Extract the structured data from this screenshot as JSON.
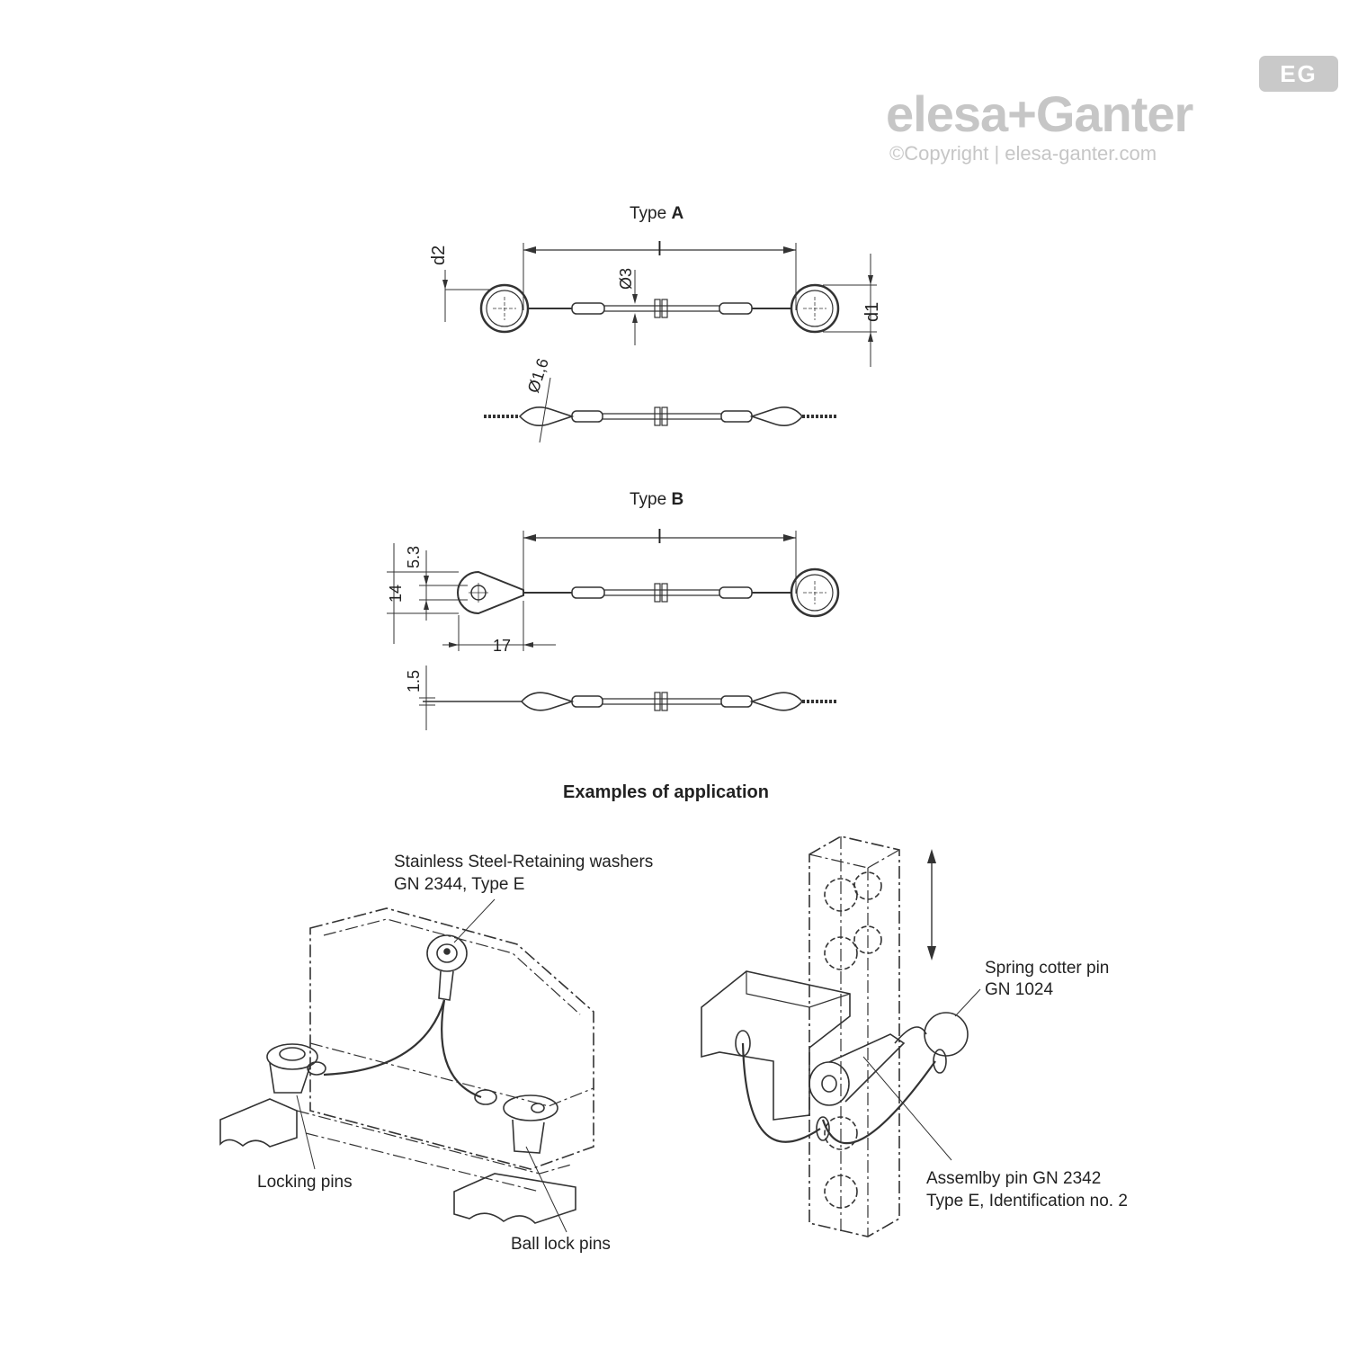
{
  "logo": {
    "brand_name": "elesa+Ganter",
    "copyright": "©Copyright | elesa-ganter.com",
    "badge": "EG"
  },
  "type_a": {
    "title_prefix": "Type ",
    "title_letter": "A",
    "dim_l": "l",
    "dim_d1": "d1",
    "dim_d2": "d2",
    "dim_dia3": "Ø3",
    "dim_dia16": "Ø1,6"
  },
  "type_b": {
    "title_prefix": "Type ",
    "title_letter": "B",
    "dim_l": "l",
    "dim_53": "5.3",
    "dim_14": "14",
    "dim_17": "17",
    "dim_15": "1.5"
  },
  "examples": {
    "heading": "Examples of application",
    "washers_line1": "Stainless Steel-Retaining washers",
    "washers_line2": "GN 2344, Type E",
    "locking_pins": "Locking pins",
    "ball_lock_pins": "Ball lock pins",
    "cotter_line1": "Spring cotter pin",
    "cotter_line2": "GN 1024",
    "assembly_line1": "Assemlby pin GN 2342",
    "assembly_line2": "Type E, Identification no. 2"
  }
}
